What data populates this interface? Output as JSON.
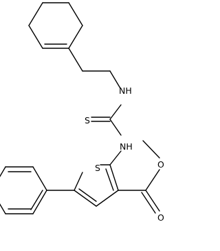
{
  "diagram": {
    "type": "chemical-structure",
    "atoms": {
      "nh_upper": "NH",
      "thione_sulfur": "S",
      "nh_lower": "NH",
      "thiophene_sulfur": "S",
      "ester_oxygen": "O",
      "carbonyl_oxygen": "O"
    },
    "colors": {
      "bond": "#000000",
      "label": "#000000",
      "background": "#ffffff"
    }
  }
}
